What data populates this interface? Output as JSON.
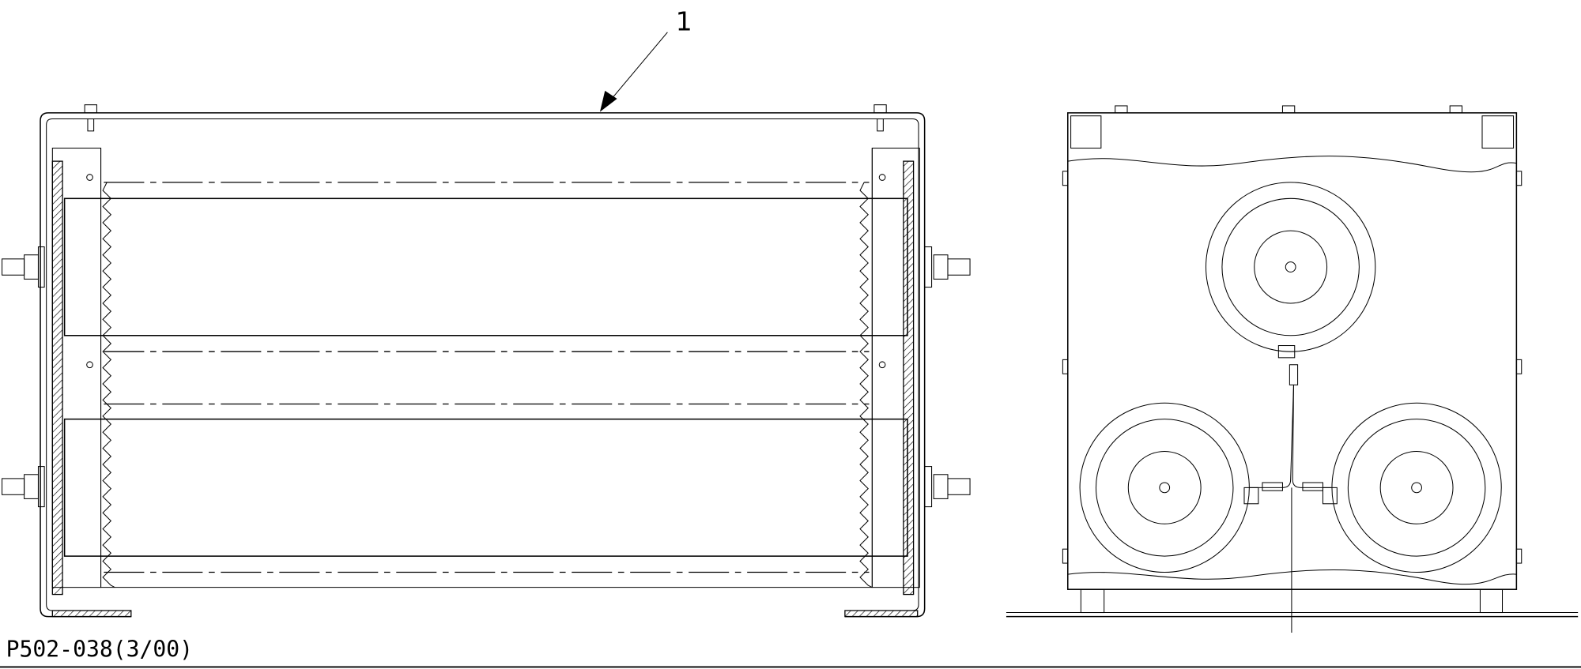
{
  "drawing": {
    "callout_label": "1",
    "drawing_code": "P502-038(3/00)",
    "views": [
      "side-view",
      "end-view"
    ]
  }
}
